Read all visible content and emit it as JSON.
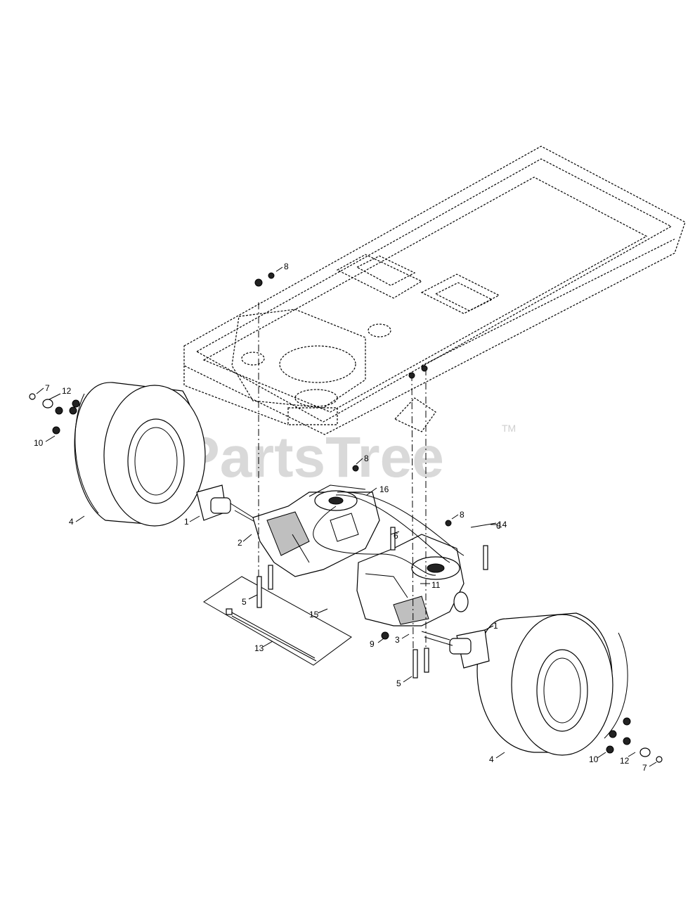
{
  "watermark": {
    "text": "PartsTree",
    "trademark": "TM"
  },
  "callouts": [
    {
      "id": "c-8-top",
      "text": "8"
    },
    {
      "id": "c-7-left",
      "text": "7"
    },
    {
      "id": "c-12-left",
      "text": "12"
    },
    {
      "id": "c-10-left",
      "text": "10"
    },
    {
      "id": "c-4-left",
      "text": "4"
    },
    {
      "id": "c-1-left",
      "text": "1"
    },
    {
      "id": "c-2",
      "text": "2"
    },
    {
      "id": "c-8-mid",
      "text": "8"
    },
    {
      "id": "c-16",
      "text": "16"
    },
    {
      "id": "c-8-right",
      "text": "8"
    },
    {
      "id": "c-14",
      "text": "14"
    },
    {
      "id": "c-6-center",
      "text": "6"
    },
    {
      "id": "c-6-right",
      "text": "6"
    },
    {
      "id": "c-11",
      "text": "11"
    },
    {
      "id": "c-5-left",
      "text": "5"
    },
    {
      "id": "c-15",
      "text": "15"
    },
    {
      "id": "c-13",
      "text": "13"
    },
    {
      "id": "c-9",
      "text": "9"
    },
    {
      "id": "c-3",
      "text": "3"
    },
    {
      "id": "c-1-right",
      "text": "1"
    },
    {
      "id": "c-5-bottom",
      "text": "5"
    },
    {
      "id": "c-4-right",
      "text": "4"
    },
    {
      "id": "c-10-right",
      "text": "10"
    },
    {
      "id": "c-12-right",
      "text": "12"
    },
    {
      "id": "c-7-right",
      "text": "7"
    }
  ]
}
